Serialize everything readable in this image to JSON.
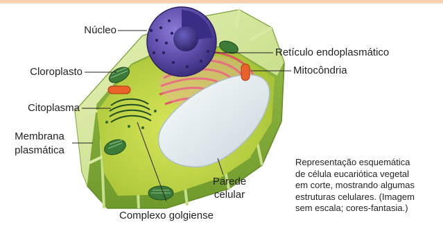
{
  "labels": {
    "nucleo": "Núcleo",
    "reticulo": "Retículo endoplasmático",
    "cloroplasto": "Cloroplasto",
    "mitocondria": "Mitocôndria",
    "citoplasma": "Citoplasma",
    "membrana_1": "Membrana",
    "membrana_2": "plasmática",
    "parede_1": "Parede",
    "parede_2": "celular",
    "complexo": "Complexo golgiense"
  },
  "caption": [
    "Representação esquemática",
    "de célula eucariótica vegetal",
    "em corte, mostrando algumas",
    "estruturas celulares. (Imagem",
    "sem escala; cores-fantasia.)"
  ],
  "colors": {
    "wall": "#c9e08a",
    "cytoplasm": "#bcd43a",
    "nucleus": "#5b4aa6",
    "er": "#e2546a",
    "vacuole": "#e6eef2",
    "mitochondria": "#e8622a",
    "chloroplast": "#3c7a3a"
  }
}
